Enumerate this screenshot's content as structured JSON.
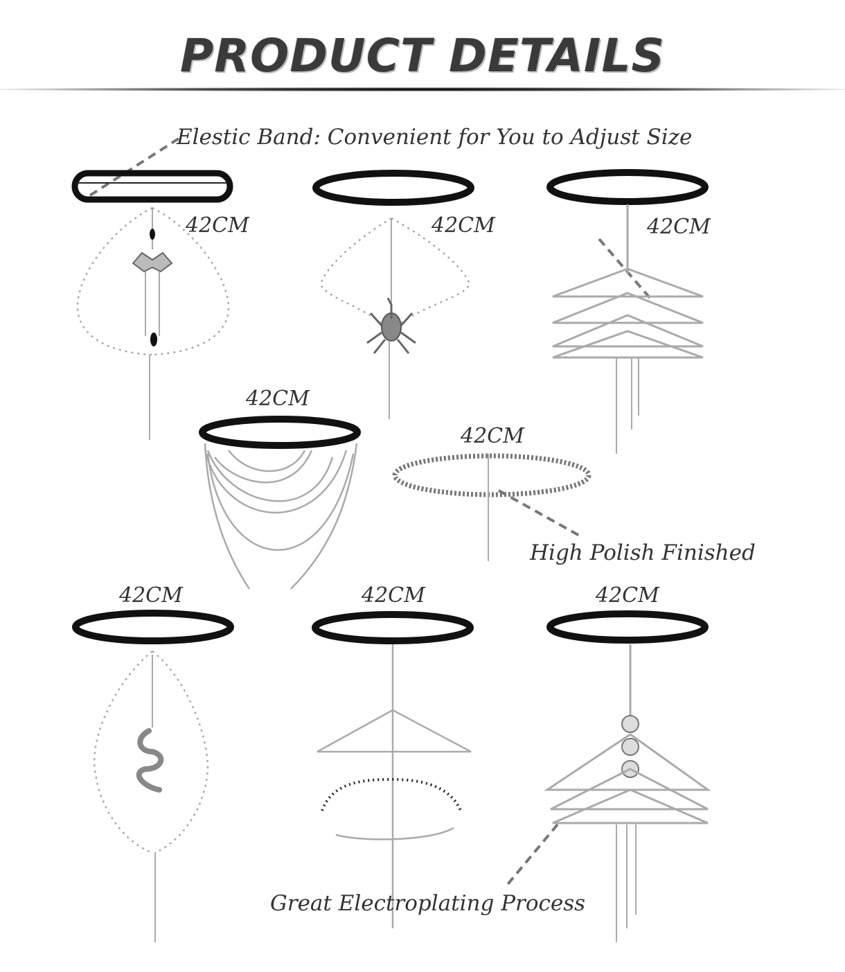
{
  "header": {
    "title": "PRODUCT DETAILS"
  },
  "callouts": {
    "band": "Elestic Band: Convenient for You to Adjust Size",
    "polish": "High Polish Finished",
    "plating": "Great Electroplating Process"
  },
  "products": [
    {
      "size": "42CM",
      "pendant": "bat-pendant"
    },
    {
      "size": "42CM",
      "pendant": "scorpion-pendant"
    },
    {
      "size": "42CM",
      "pendant": "butterfly-pendant"
    },
    {
      "size": "42CM",
      "pendant": "layered-tassel"
    },
    {
      "size": "42CM",
      "pendant": "rhinestone-chain"
    },
    {
      "size": "42CM",
      "pendant": "snake-pendant"
    },
    {
      "size": "42CM",
      "pendant": "beaded-layer"
    },
    {
      "size": "42CM",
      "pendant": "coin-pendant"
    }
  ],
  "colors": {
    "band": "#111111",
    "chain": "#9a9a9a",
    "text": "#333333"
  }
}
